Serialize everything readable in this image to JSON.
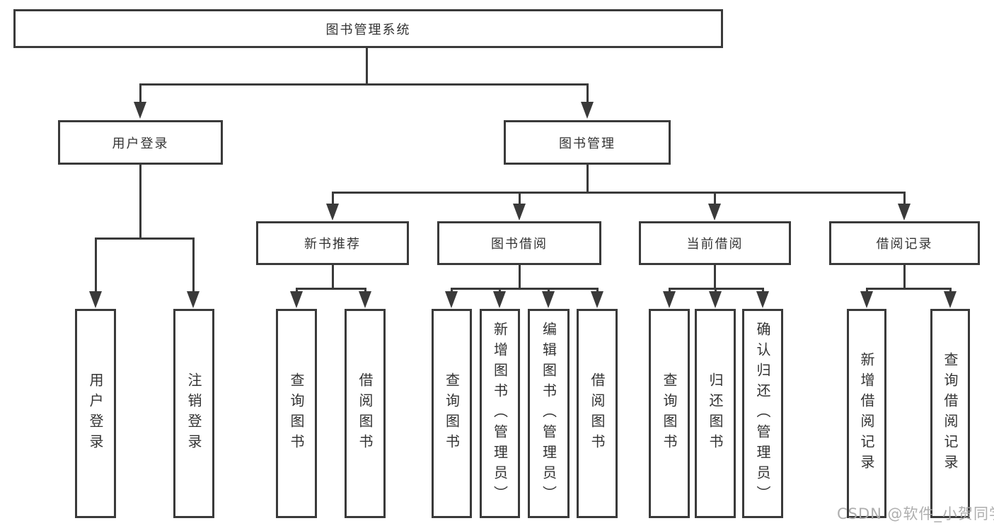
{
  "diagram": {
    "title": "图书管理系统",
    "colors": {
      "line": "#3a3a3a",
      "text": "#333333",
      "box_bg": "#ffffff",
      "watermark": "#aaaaaa"
    },
    "nodes": {
      "root": {
        "label": "图书管理系统"
      },
      "user_login": {
        "label": "用户登录",
        "children": [
          {
            "label": "用户登录"
          },
          {
            "label": "注销登录"
          }
        ]
      },
      "book_mgmt": {
        "label": "图书管理",
        "groups": [
          {
            "label": "新书推荐",
            "children": [
              {
                "label": "查询图书"
              },
              {
                "label": "借阅图书"
              }
            ]
          },
          {
            "label": "图书借阅",
            "children": [
              {
                "label": "查询图书"
              },
              {
                "label": "新增图书（管理员）"
              },
              {
                "label": "编辑图书（管理员）"
              },
              {
                "label": "借阅图书"
              }
            ]
          },
          {
            "label": "当前借阅",
            "children": [
              {
                "label": "查询图书"
              },
              {
                "label": "归还图书"
              },
              {
                "label": "确认归还（管理员）"
              }
            ]
          },
          {
            "label": "借阅记录",
            "children": [
              {
                "label": "新增借阅记录"
              },
              {
                "label": "查询借阅记录"
              }
            ]
          }
        ]
      }
    },
    "watermark": "CSDN @软件_小贺同学"
  }
}
